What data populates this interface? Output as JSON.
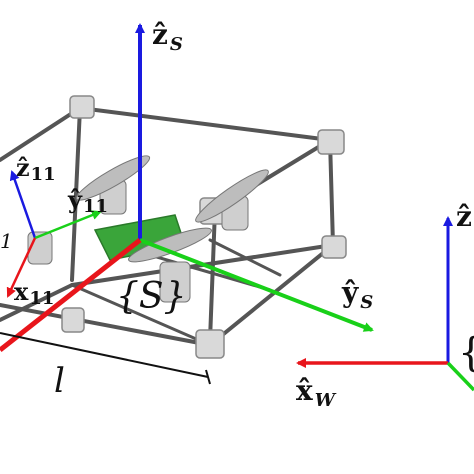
{
  "labels": {
    "z_s": "ẑ",
    "z_s_sub": "S",
    "y_s": "ŷ",
    "y_s_sub": "S",
    "frame_s": "{S}",
    "z_11": "ẑ",
    "z_11_sub": "11",
    "y_11": "ŷ",
    "y_11_sub": "11",
    "x_11": "x",
    "x_11_sub": "11",
    "x_11_partial": "1",
    "length": "l",
    "x_w": "x̂",
    "x_w_sub": "W",
    "z_w": "ẑ",
    "frame_w_partial": "{"
  },
  "colors": {
    "x_axis": "#e8151b",
    "y_axis": "#19d019",
    "z_axis": "#1a1ae0",
    "frame_rod": "#555555",
    "joint": "#d9d9d9",
    "board": "#3aa53a"
  }
}
